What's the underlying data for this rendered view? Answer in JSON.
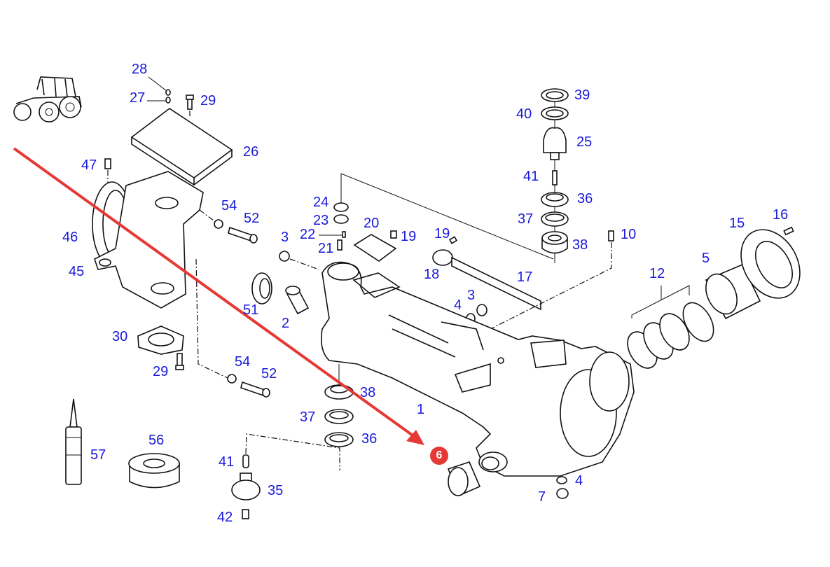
{
  "diagram": {
    "title": "Front axle housing exploded view",
    "label_color": "#1a1adb",
    "pointer_color": "#e53935",
    "highlighted_part": "6",
    "labels": [
      {
        "id": "l28",
        "text": "28"
      },
      {
        "id": "l27",
        "text": "27"
      },
      {
        "id": "l29a",
        "text": "29"
      },
      {
        "id": "l26",
        "text": "26"
      },
      {
        "id": "l47",
        "text": "47"
      },
      {
        "id": "l54a",
        "text": "54"
      },
      {
        "id": "l52a",
        "text": "52"
      },
      {
        "id": "l46",
        "text": "46"
      },
      {
        "id": "l45",
        "text": "45"
      },
      {
        "id": "l3a",
        "text": "3"
      },
      {
        "id": "l22",
        "text": "22"
      },
      {
        "id": "l21",
        "text": "21"
      },
      {
        "id": "l24",
        "text": "24"
      },
      {
        "id": "l23",
        "text": "23"
      },
      {
        "id": "l20",
        "text": "20"
      },
      {
        "id": "l19a",
        "text": "19"
      },
      {
        "id": "l19b",
        "text": "19"
      },
      {
        "id": "l18",
        "text": "18"
      },
      {
        "id": "l17",
        "text": "17"
      },
      {
        "id": "l4a",
        "text": "4"
      },
      {
        "id": "l3b",
        "text": "3"
      },
      {
        "id": "l51",
        "text": "51"
      },
      {
        "id": "l2",
        "text": "2"
      },
      {
        "id": "l39",
        "text": "39"
      },
      {
        "id": "l40",
        "text": "40"
      },
      {
        "id": "l25",
        "text": "25"
      },
      {
        "id": "l41a",
        "text": "41"
      },
      {
        "id": "l36a",
        "text": "36"
      },
      {
        "id": "l37a",
        "text": "37"
      },
      {
        "id": "l38a",
        "text": "38"
      },
      {
        "id": "l10",
        "text": "10"
      },
      {
        "id": "l16",
        "text": "16"
      },
      {
        "id": "l15",
        "text": "15"
      },
      {
        "id": "l5",
        "text": "5"
      },
      {
        "id": "l12",
        "text": "12"
      },
      {
        "id": "l30",
        "text": "30"
      },
      {
        "id": "l29b",
        "text": "29"
      },
      {
        "id": "l54b",
        "text": "54"
      },
      {
        "id": "l52b",
        "text": "52"
      },
      {
        "id": "l38b",
        "text": "38"
      },
      {
        "id": "l37b",
        "text": "37"
      },
      {
        "id": "l36b",
        "text": "36"
      },
      {
        "id": "l1",
        "text": "1"
      },
      {
        "id": "l57",
        "text": "57"
      },
      {
        "id": "l56",
        "text": "56"
      },
      {
        "id": "l41b",
        "text": "41"
      },
      {
        "id": "l35",
        "text": "35"
      },
      {
        "id": "l42",
        "text": "42"
      },
      {
        "id": "l4b",
        "text": "4"
      },
      {
        "id": "l7",
        "text": "7"
      }
    ],
    "badge_text": "6"
  }
}
